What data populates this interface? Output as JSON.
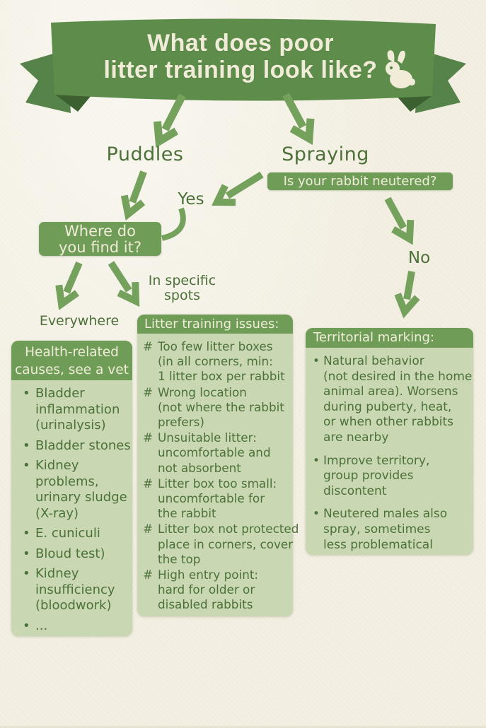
{
  "banner": {
    "title": "What does poor\nlitter training look like?",
    "icon": "rabbit-icon"
  },
  "flow": {
    "puddles_label": "Puddles",
    "spraying_label": "Spraying",
    "neutered_question": "Is your rabbit neutered?",
    "yes_label": "Yes",
    "no_label": "No",
    "where_question": "Where do\nyou find it?",
    "everywhere_label": "Everywhere",
    "specific_label": "In specific\nspots"
  },
  "columns": {
    "health": {
      "header": "Health-related\ncauses, see a vet",
      "marker": "•",
      "items": [
        "Bladder\ninflammation\n(urinalysis)",
        "Bladder stones",
        "Kidney\nproblems,\nurinary sludge\n(X-ray)",
        "E. cuniculi",
        "Bloud test)",
        "Kidney\ninsufficiency\n(bloodwork)",
        "..."
      ]
    },
    "litter": {
      "header": "Litter training issues:",
      "marker": "#",
      "items": [
        "Too few litter boxes\n(in all corners, min:\n1 litter box per rabbit",
        "Wrong location\n(not where the rabbit\nprefers)",
        "Unsuitable litter:\nuncomfortable and\nnot absorbent",
        "Litter box too small:\nuncomfortable for\nthe rabbit",
        "Litter box not protected\nplace in corners, cover\nthe top",
        "High entry point:\nhard for older or\ndisabled rabbits"
      ]
    },
    "territorial": {
      "header": "Territorial marking:",
      "marker": "•",
      "items": [
        "Natural behavior\n(not desired in the home\nanimal area). Worsens\nduring puberty, heat,\nor when other rabbits\nare nearby",
        "Improve territory,\ngroup provides\ndiscontent",
        "Neutered males also\nspray, sometimes\nless problematical"
      ]
    }
  },
  "colors": {
    "background": "#f3efe2",
    "ribbon": "#5d8c4b",
    "ribbon_tail": "#55834a",
    "ribbon_fold": "#3c602f",
    "arrow": "#74a15c",
    "box_header": "#6f9d58",
    "box_fill": "#c9d8b3",
    "text_dark": "#4c7138",
    "text_light": "#f0ecd8"
  }
}
